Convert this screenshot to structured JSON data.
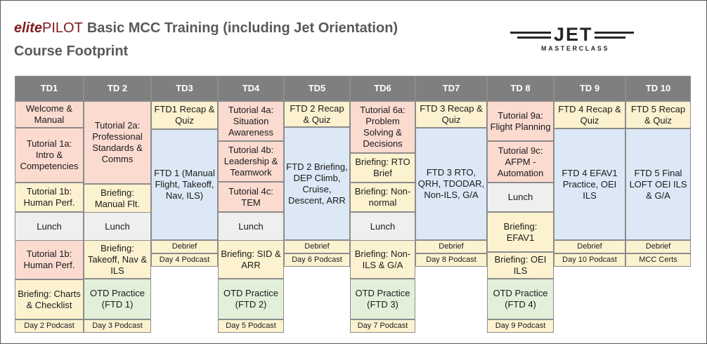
{
  "header": {
    "brand_italic": "elite",
    "brand_rest": "PILOT",
    "title": "Basic MCC Training (including Jet Orientation)",
    "subtitle": "Course Footprint"
  },
  "logo": {
    "word": "JET",
    "tagline": "MASTERCLASS"
  },
  "colors": {
    "header_bg": "#7f7f7f",
    "pink": "#fbdad0",
    "yellow": "#fdf2d0",
    "blue": "#dce8f5",
    "green": "#e2f0d9",
    "grey": "#efefef",
    "brand": "#7f1d1d"
  },
  "days": [
    {
      "header": "TD1",
      "sessions": [
        {
          "text": "Welcome & Manual",
          "kind": "pink"
        },
        {
          "text": "Tutorial 1a: Intro & Competencies",
          "kind": "pink"
        },
        {
          "text": "Tutorial 1b: Human Perf.",
          "kind": "yellow"
        },
        {
          "text": "Lunch",
          "kind": "grey"
        },
        {
          "text": "Tutorial 1b: Human Perf.",
          "kind": "pink"
        },
        {
          "text": "Briefing: Charts & Checklist",
          "kind": "yellow"
        },
        {
          "text": "Day 2 Podcast",
          "kind": "yellow"
        }
      ]
    },
    {
      "header": "TD 2",
      "sessions": [
        {
          "text": "Tutorial 2a: Professional Standards & Comms",
          "kind": "pink"
        },
        {
          "text": "Briefing: Manual Flt.",
          "kind": "yellow"
        },
        {
          "text": "Lunch",
          "kind": "grey"
        },
        {
          "text": "Briefing: Takeoff, Nav & ILS",
          "kind": "yellow"
        },
        {
          "text": "OTD Practice (FTD 1)",
          "kind": "green"
        },
        {
          "text": "Day 3 Podcast",
          "kind": "yellow"
        }
      ]
    },
    {
      "header": "TD3",
      "sessions": [
        {
          "text": "FTD1 Recap & Quiz",
          "kind": "yellow"
        },
        {
          "text": "FTD 1 (Manual Flight, Takeoff, Nav, ILS)",
          "kind": "blue"
        },
        {
          "text": "Debrief",
          "kind": "yellow"
        },
        {
          "text": "Day 4 Podcast",
          "kind": "yellow"
        }
      ]
    },
    {
      "header": "TD4",
      "sessions": [
        {
          "text": "Tutorial 4a: Situation Awareness",
          "kind": "pink"
        },
        {
          "text": "Tutorial 4b: Leadership & Teamwork",
          "kind": "pink"
        },
        {
          "text": "Tutorial 4c: TEM",
          "kind": "pink"
        },
        {
          "text": "Lunch",
          "kind": "grey"
        },
        {
          "text": "Briefing: SID & ARR",
          "kind": "yellow"
        },
        {
          "text": "OTD Practice (FTD 2)",
          "kind": "green"
        },
        {
          "text": "Day 5 Podcast",
          "kind": "yellow"
        }
      ]
    },
    {
      "header": "TD5",
      "sessions": [
        {
          "text": "FTD 2 Recap & Quiz",
          "kind": "yellow"
        },
        {
          "text": "FTD 2 Briefing, DEP Climb, Cruise, Descent, ARR",
          "kind": "blue"
        },
        {
          "text": "Debrief",
          "kind": "yellow"
        },
        {
          "text": "Day 6 Podcast",
          "kind": "yellow"
        }
      ]
    },
    {
      "header": "TD6",
      "sessions": [
        {
          "text": "Tutorial 6a: Problem Solving & Decisions",
          "kind": "pink"
        },
        {
          "text": "Briefing: RTO Brief",
          "kind": "yellow"
        },
        {
          "text": "Briefing: Non-normal",
          "kind": "yellow"
        },
        {
          "text": "Lunch",
          "kind": "grey"
        },
        {
          "text": "Briefing: Non-ILS & G/A",
          "kind": "yellow"
        },
        {
          "text": "OTD Practice (FTD 3)",
          "kind": "green"
        },
        {
          "text": "Day 7 Podcast",
          "kind": "yellow"
        }
      ]
    },
    {
      "header": "TD7",
      "sessions": [
        {
          "text": "FTD 3 Recap & Quiz",
          "kind": "yellow"
        },
        {
          "text": "FTD 3 RTO, QRH, TDODAR, Non-ILS, G/A",
          "kind": "blue"
        },
        {
          "text": "Debrief",
          "kind": "yellow"
        },
        {
          "text": "Day 8 Podcast",
          "kind": "yellow"
        }
      ]
    },
    {
      "header": "TD 8",
      "sessions": [
        {
          "text": "Tutorial 9a: Flight Planning",
          "kind": "pink"
        },
        {
          "text": "Tutorial 9c: AFPM - Automation",
          "kind": "pink"
        },
        {
          "text": "Lunch",
          "kind": "grey"
        },
        {
          "text": "Briefing: EFAV1",
          "kind": "yellow"
        },
        {
          "text": "Briefing: OEI ILS",
          "kind": "yellow"
        },
        {
          "text": "OTD Practice (FTD 4)",
          "kind": "green"
        },
        {
          "text": "Day 9 Podcast",
          "kind": "yellow"
        }
      ]
    },
    {
      "header": "TD 9",
      "sessions": [
        {
          "text": "FTD 4 Recap & Quiz",
          "kind": "yellow"
        },
        {
          "text": "FTD 4 EFAV1 Practice, OEI ILS",
          "kind": "blue"
        },
        {
          "text": "Debrief",
          "kind": "yellow"
        },
        {
          "text": "Day 10 Podcast",
          "kind": "yellow"
        }
      ]
    },
    {
      "header": "TD 10",
      "sessions": [
        {
          "text": "FTD 5 Recap & Quiz",
          "kind": "yellow"
        },
        {
          "text": "FTD 5 Final LOFT OEI ILS & G/A",
          "kind": "blue"
        },
        {
          "text": "Debrief",
          "kind": "yellow"
        },
        {
          "text": "MCC Certs",
          "kind": "yellow"
        }
      ]
    }
  ]
}
